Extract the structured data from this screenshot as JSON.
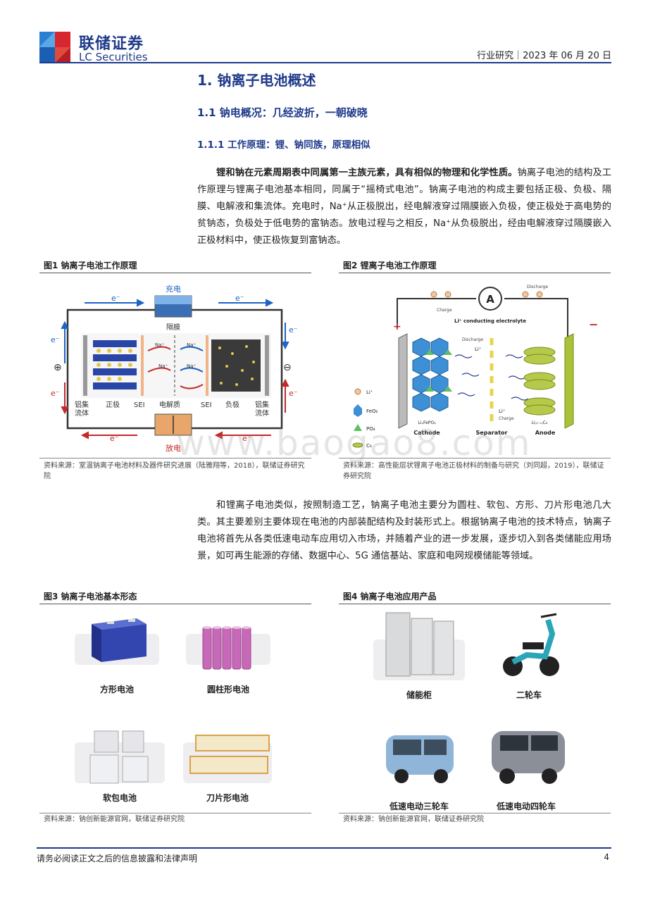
{
  "header": {
    "logo_cn": "联储证券",
    "logo_en": "LC Securities",
    "report_type": "行业研究｜2023 年 06 月 20 日"
  },
  "section": {
    "h1": "1. 钠离子电池概述",
    "h2": "1.1  钠电概况：几经波折，一朝破晓",
    "h3": "1.1.1 工作原理：锂、钠同族，原理相似"
  },
  "para1": {
    "bold": "锂和钠在元素周期表中同属第一主族元素，具有相似的物理和化学性质。",
    "text": "钠离子电池的结构及工作原理与锂离子电池基本相同，同属于“摇椅式电池”。钠离子电池的构成主要包括正极、负极、隔膜、电解液和集流体。充电时，Na⁺从正极脱出，经电解液穿过隔膜嵌入负极，使正极处于高电势的贫钠态，负极处于低电势的富钠态。放电过程与之相反，Na⁺从负极脱出，经由电解液穿过隔膜嵌入正极材料中，使正极恢复到富钠态。"
  },
  "para2": "和锂离子电池类似，按照制造工艺，钠离子电池主要分为圆柱、软包、方形、刀片形电池几大类。其主要差别主要体现在电池的内部装配结构及封装形式上。根据钠离子电池的技术特点，钠离子电池将首先从各类低速电动车应用切入市场，并随着产业的进一步发展，逐步切入到各类储能应用场景，如可再生能源的存储、数据中心、5G 通信基站、家庭和电网规模储能等领域。",
  "fig1": {
    "title": "图1   钠离子电池工作原理",
    "source": "资料来源：室温钠离子电池材料及器件研究进展（陆雅翔等，2018），联储证券研究院",
    "labels": {
      "charge": "充电",
      "discharge": "放电",
      "separator": "隔膜",
      "al_left": "铝集\n流体",
      "cathode": "正极",
      "sei_left": "SEI",
      "electrolyte": "电解质",
      "sei_right": "SEI",
      "anode": "负极",
      "al_right": "铝集\n流体",
      "electron": "e⁻",
      "plus": "⊕",
      "minus": "⊖",
      "na": "Na⁺"
    }
  },
  "fig2": {
    "title": "图2   锂离子电池工作原理",
    "source": "资料来源：高性能层状锂离子电池正极材料的制备与研究（刘同超，2019），联储证券研究院",
    "labels": {
      "ammeter": "A",
      "discharge_top": "Discharge",
      "charge_top": "Charge",
      "electrolyte": "Li⁺ conducting electrolyte",
      "legend": [
        "Li⁺",
        "FeO₆",
        "PO₄",
        "C₆"
      ],
      "cathode": "Cathode",
      "separator": "Separator",
      "anode": "Anode",
      "cathode_formula": "LiₓFePO₄",
      "anode_formula": "Li₍₁₋ₓ₎C₆",
      "discharge_mid": "Discharge",
      "charge_mid": "Charge",
      "li": "Li⁺"
    }
  },
  "fig3": {
    "title": "图3   钠离子电池基本形态",
    "source": "资料来源：钠创新能源官网，联储证券研究院",
    "items": [
      "方形电池",
      "圆柱形电池",
      "软包电池",
      "刀片形电池"
    ]
  },
  "fig4": {
    "title": "图4   钠离子电池应用产品",
    "source": "资料来源：钠创新能源官网，联储证券研究院",
    "items": [
      "储能柜",
      "二轮车",
      "低速电动三轮车",
      "低速电动四轮车"
    ]
  },
  "watermark": "www.baogao8.com",
  "footer": {
    "disclaimer": "请务必阅读正文之后的信息披露和法律声明",
    "page": "4"
  }
}
